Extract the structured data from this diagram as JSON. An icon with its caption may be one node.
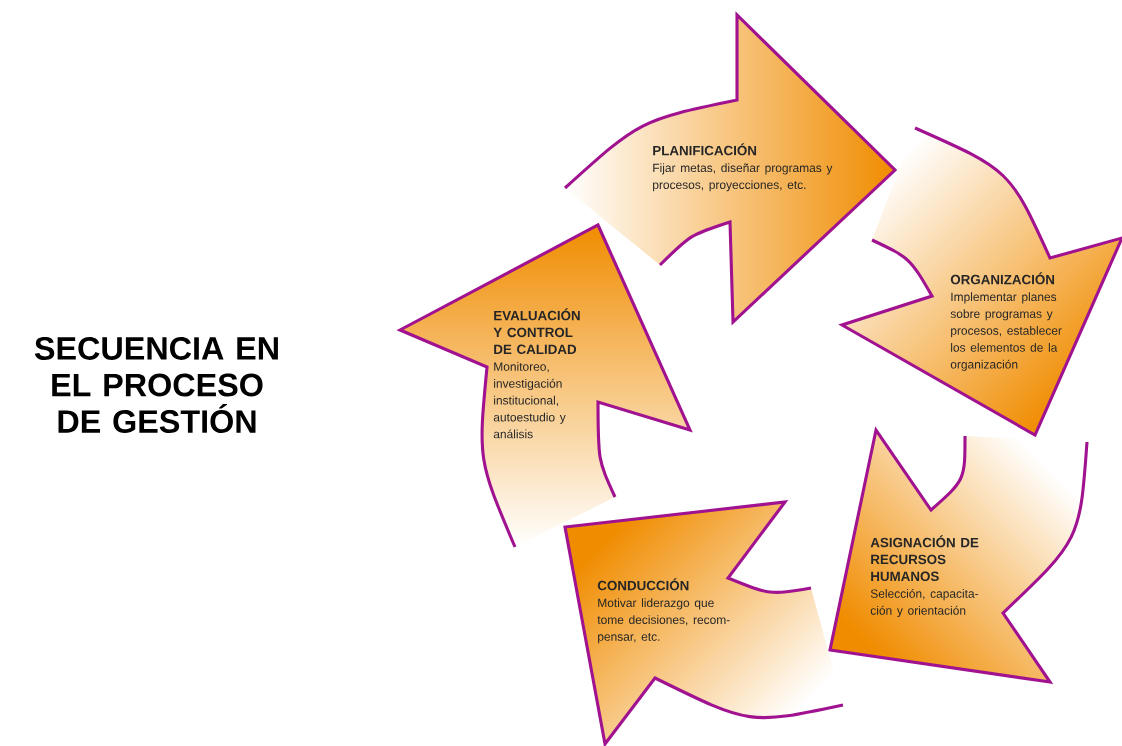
{
  "diagram": {
    "title": "SECUENCIA EN EL PROCESO DE GESTIÓN",
    "nodes": [
      {
        "text": [
          "PLANIFICACIÓN",
          "Fijar metas, diseñar programas y procesos, proyecciones, etc."
        ]
      },
      {
        "text": [
          "ORGANIZACIÓN",
          "Implementar planes sobre programas y procesos, establecer los elementos de la organización"
        ]
      },
      {
        "text": [
          "ASIGNACIÓN DE RECURSOS HUMANOS",
          "Selección, capacita- ción y orientación"
        ]
      },
      {
        "text": [
          "CONDUCCIÓN",
          "Motivar liderazgo que tome decisiones, recom- pensar, etc."
        ]
      },
      {
        "text": [
          "EVALUACIÓN Y CONTROL DE CALIDAD",
          "Monitoreo, investigación institucional, autoestudio y análisis"
        ]
      }
    ]
  }
}
